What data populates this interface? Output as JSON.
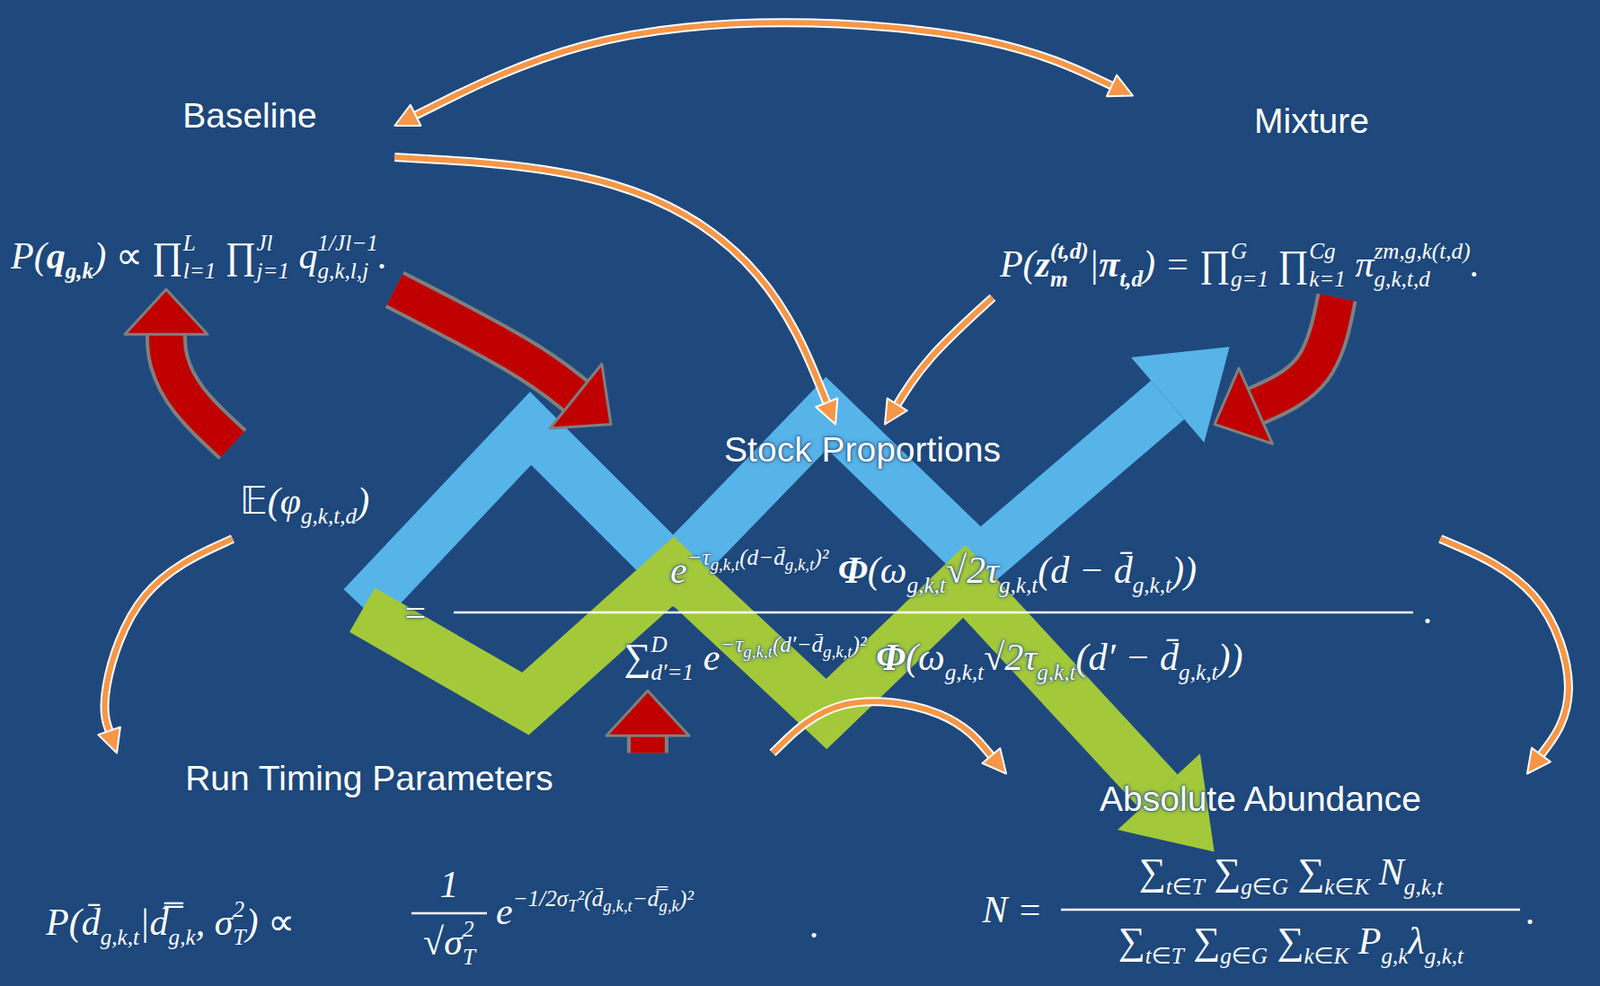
{
  "diagram": {
    "nodes": [
      {
        "text": [
          "Baseline",
          "P(qg,k) ∝ ∏l=1L ∏j=1Jl qg,k,l,j1/Jl−1."
        ]
      },
      {
        "text": [
          "Mixture",
          "P(zm(t,d)|πt,d) = ∏g=1G ∏k=1Cg πg,k,t,dzm,g,k(t,d)."
        ]
      },
      {
        "text": [
          "Stock Proportions",
          "𝔼(φg,k,t,d)",
          "=",
          "e−τg,k,t(d−d̄g,k,t)² Φ(ωg,k,t√2τg,k,t(d − d̄g,k,t))",
          "∑d′=1D e−τg,k,t(d′−d̄g,k,t)² Φ(ωg,k,t√2τg,k,t(d′ − d̄g,k,t))",
          "."
        ]
      },
      {
        "text": [
          "Run Timing Parameters",
          "P(d̄g,k,t|d̿g,k, σT2) ∝",
          "1",
          "√σT2",
          "e−1/2σT²(d̄g,k,t−d̿g,k)²",
          "."
        ]
      },
      {
        "text": [
          "Absolute Abundance",
          "N =",
          "∑t∈T ∑g∈G ∑k∈K Ng,k,t",
          "∑t∈T ∑g∈G ∑k∈K Pg,kλg,k,t",
          "."
        ]
      }
    ],
    "edges": [
      {
        "from": 0,
        "to": 1,
        "arrow": "both"
      },
      {
        "from": 0,
        "to": 2,
        "arrow": "to"
      },
      {
        "from": 1,
        "to": 2,
        "arrow": "to"
      },
      {
        "from": 2,
        "to": 3,
        "arrow": "to"
      },
      {
        "from": 3,
        "to": 4,
        "arrow": "to"
      },
      {
        "from": 2,
        "to": 4,
        "arrow": "to"
      },
      {
        "from": 2,
        "to": 0,
        "arrow": "to"
      },
      {
        "from": 0,
        "to": 2,
        "arrow": "to"
      },
      {
        "from": 1,
        "to": 2,
        "arrow": "to"
      },
      {
        "from": 3,
        "to": 2,
        "arrow": "to"
      }
    ]
  }
}
